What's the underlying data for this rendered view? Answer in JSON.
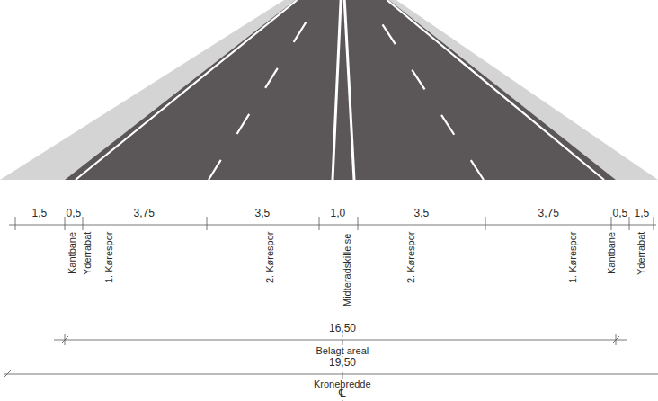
{
  "diagram": {
    "labels": [
      "1,5",
      "0,5",
      "3,75",
      "3,5",
      "1,0",
      "3,5",
      "3,75",
      "0,5",
      "1,5",
      "Kantbane",
      "Yderrabat",
      "1. Kørespor",
      "2. Kørespor",
      "Midteradskillelse",
      "2. Kørespor",
      "1. Kørespor",
      "Kantbane",
      "Yderrabat",
      "16,50",
      "Belagt areal",
      "19,50",
      "Kronebredde",
      "℄"
    ]
  }
}
